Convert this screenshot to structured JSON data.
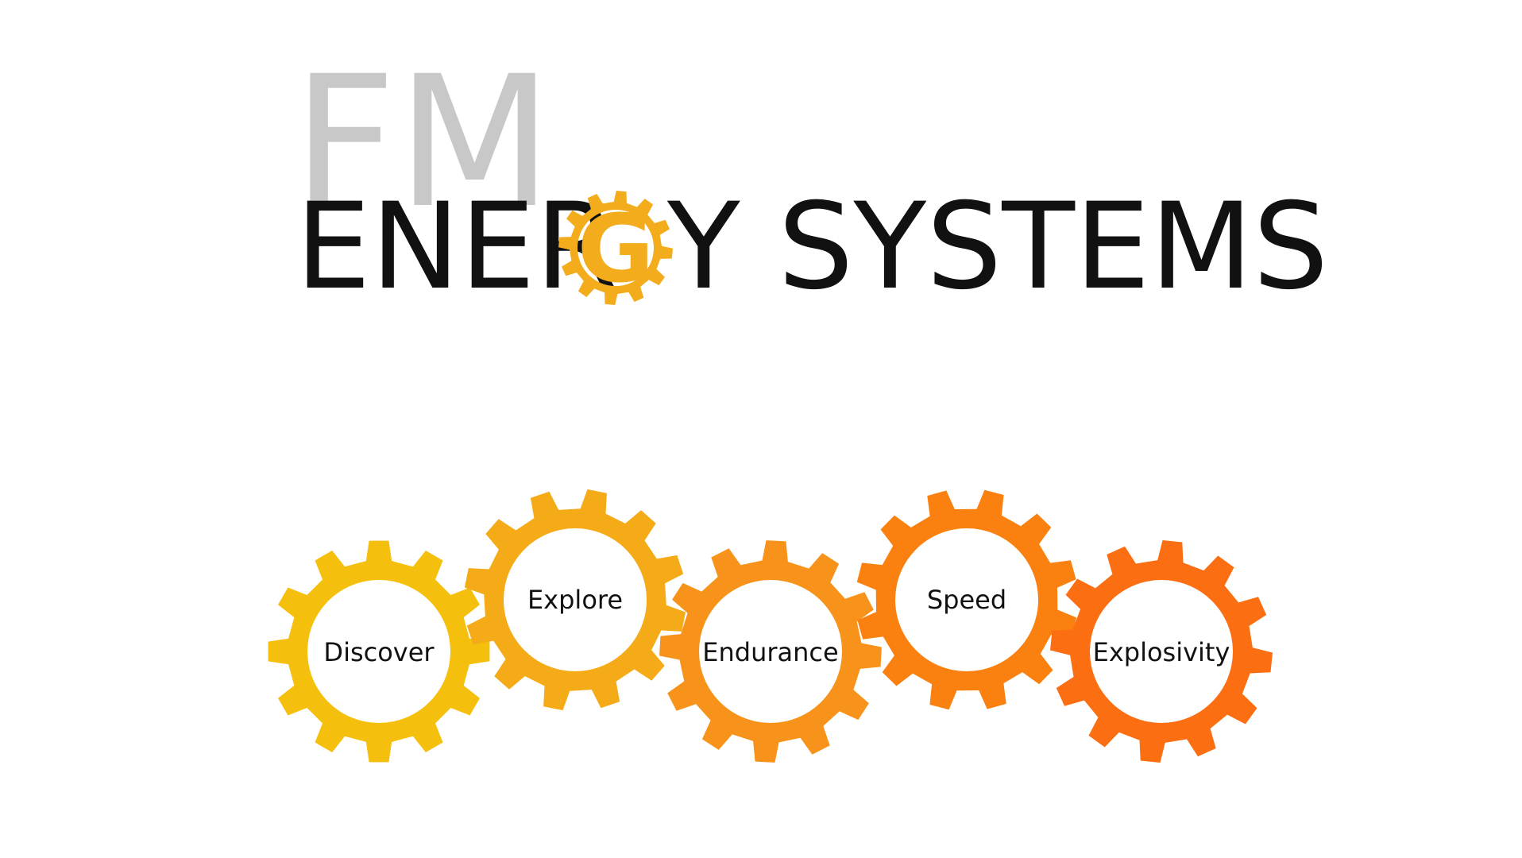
{
  "logo": {
    "mark": "FM",
    "title": "ENERGY SYSTEMS",
    "title_left": "ENER",
    "title_letter": "G",
    "title_right": "Y SYSTEMS",
    "mark_color": "#c8c8c8",
    "title_color": "#111111",
    "gear_color": "#f3ac1c"
  },
  "gears": [
    {
      "label": "Discover",
      "color": "#f5bf0d"
    },
    {
      "label": "Explore",
      "color": "#f5aa18"
    },
    {
      "label": "Endurance",
      "color": "#f7931a"
    },
    {
      "label": "Speed",
      "color": "#fa8010"
    },
    {
      "label": "Explosivity",
      "color": "#fb6e12"
    }
  ]
}
